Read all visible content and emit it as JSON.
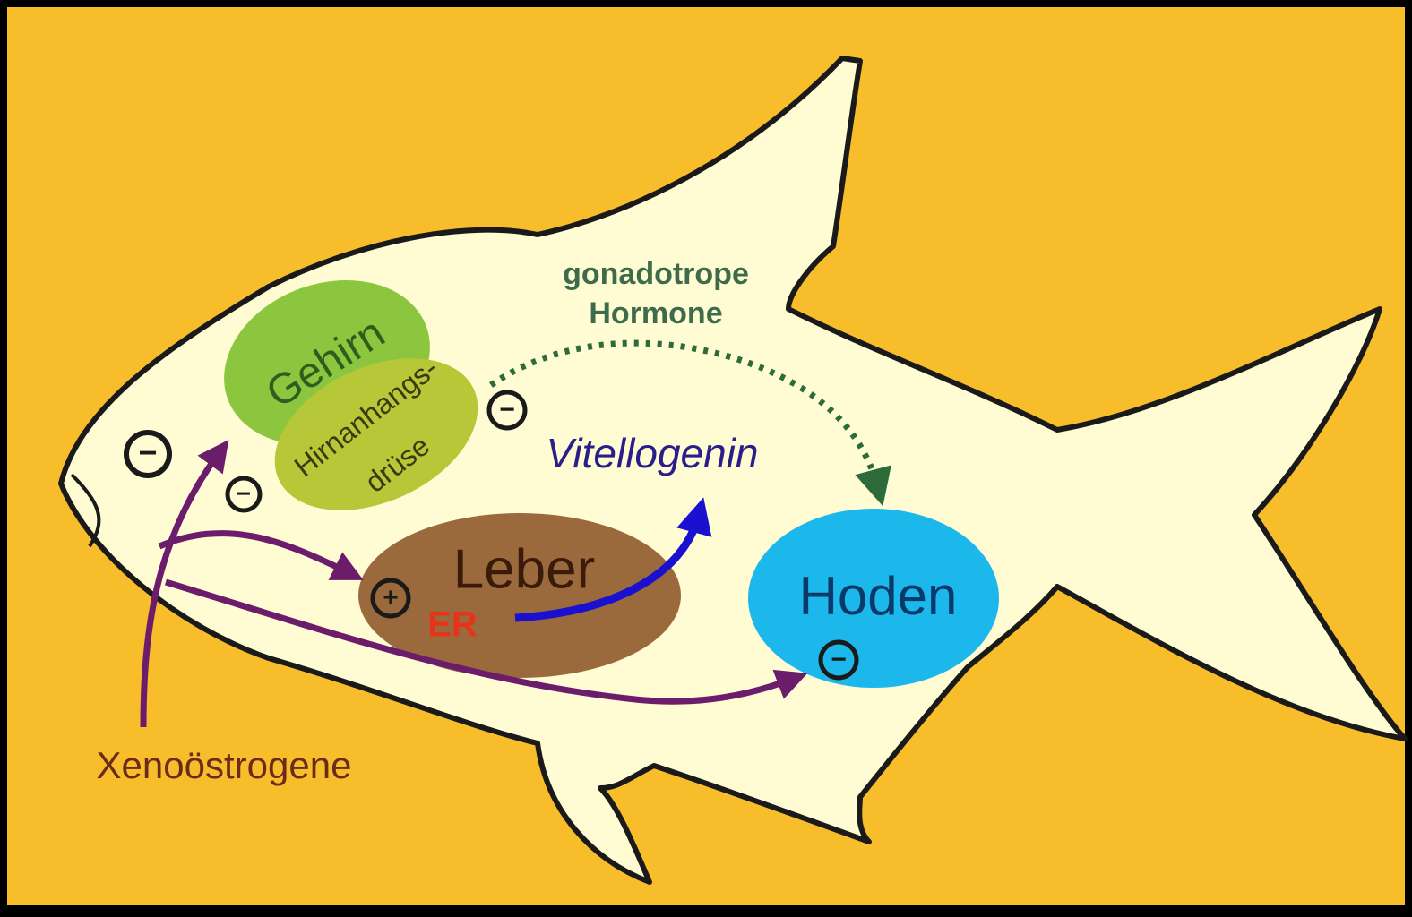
{
  "diagram": {
    "colors": {
      "border": "#000000",
      "background": "#F7BD2B",
      "fish_body": "#FFFBD3",
      "fish_outline": "#1A1A1A",
      "brain": "#8CC63F",
      "pituitary": "#B6C837",
      "liver": "#9A6A3C",
      "testes": "#1CB8EC",
      "xeno_arrow": "#6B1C6B",
      "vitellogenin_arrow": "#3A1FA8",
      "hormone_arrow": "#2E6B3A",
      "er_receptor": "#E8331C"
    },
    "labels": {
      "brain": "Gehirn",
      "pituitary_line1": "Hirnanhangs-",
      "pituitary_line2": "drüse",
      "liver": "Leber",
      "testes": "Hoden",
      "vitellogenin": "Vitellogenin",
      "hormones_line1": "gonadotrope",
      "hormones_line2": "Hormone",
      "source": "Xenoöstrogene",
      "receptor": "ER"
    },
    "signs": {
      "minus": "−",
      "plus": "+"
    }
  }
}
